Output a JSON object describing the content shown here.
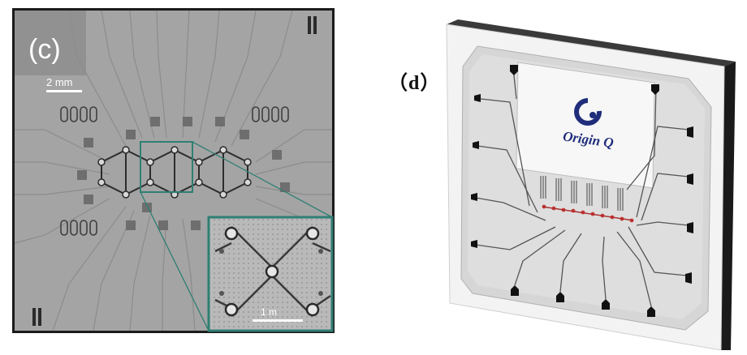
{
  "panel_c": {
    "label": "(c)",
    "scale_bar": "2 mm",
    "inset_scale_bar": "1 m"
  },
  "panel_d": {
    "label": "（d）",
    "logo_text": "Origin Q"
  },
  "colors": {
    "inset_border": "#2f7f73",
    "chip_gray": "#a3a3a3",
    "logo_blue": "#1f2d7a"
  }
}
